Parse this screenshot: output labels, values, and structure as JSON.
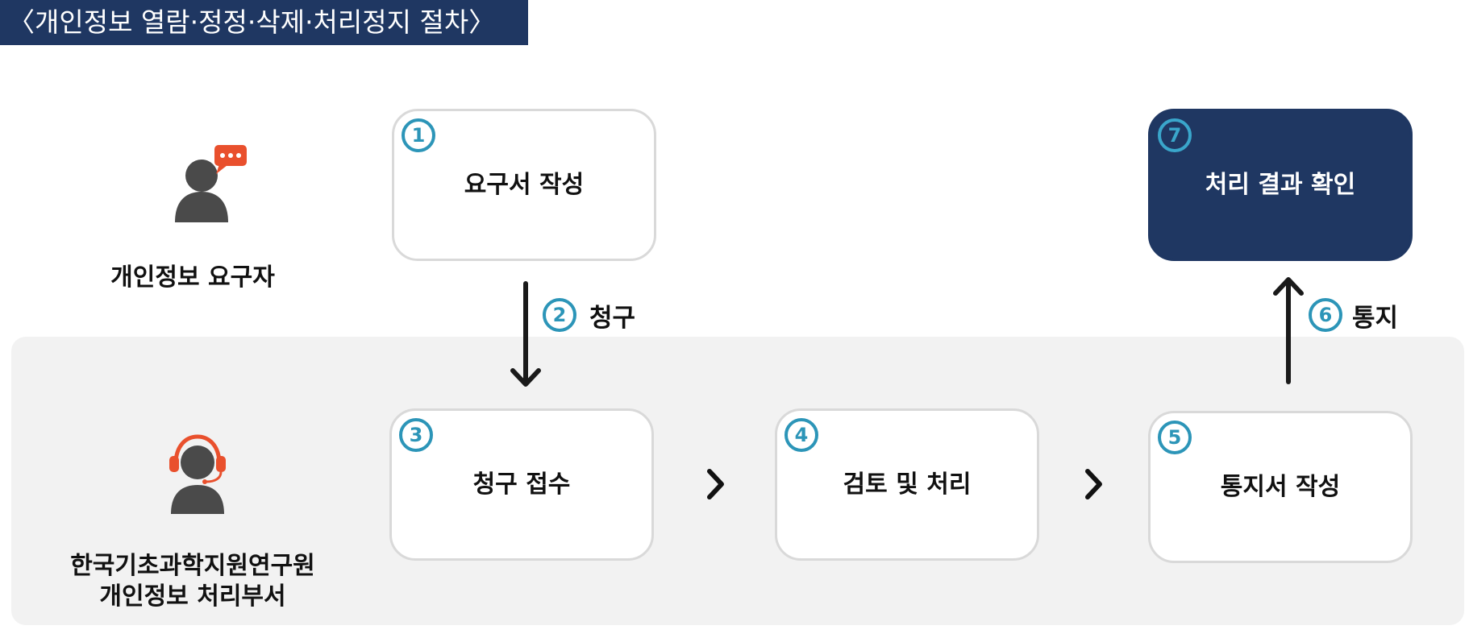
{
  "title": "〈개인정보 열람·정정·삭제·처리정지 절차〉",
  "actors": {
    "requester": {
      "label": "개인정보 요구자",
      "icon": "speech-bubble-person-icon"
    },
    "department": {
      "line1": "한국기초과학지원연구원",
      "line2": "개인정보 처리부서",
      "icon": "headset-person-icon"
    }
  },
  "steps": [
    {
      "number": "1",
      "label": "요구서 작성"
    },
    {
      "number": "3",
      "label": "청구 접수"
    },
    {
      "number": "4",
      "label": "검토 및 처리"
    },
    {
      "number": "5",
      "label": "통지서 작성"
    },
    {
      "number": "7",
      "label": "처리 결과 확인"
    }
  ],
  "edges": [
    {
      "number": "2",
      "label": "청구"
    },
    {
      "number": "6",
      "label": "통지"
    }
  ],
  "colors": {
    "navy": "#1f3762",
    "accent": "#2c95b8",
    "bubble": "#e9502d",
    "person": "#4a4a4a",
    "panel": "#f2f2f2"
  }
}
